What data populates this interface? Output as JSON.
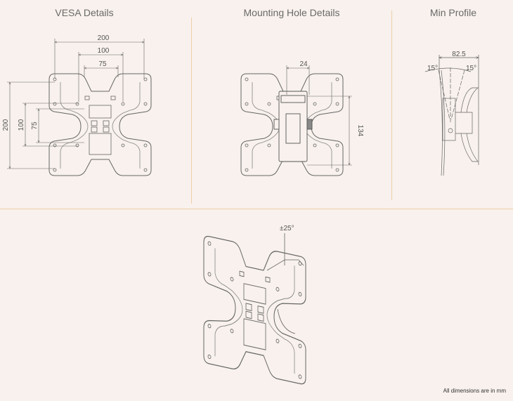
{
  "sections": {
    "vesa": {
      "title": "VESA Details",
      "dims": {
        "w200": "200",
        "w100": "100",
        "w75": "75",
        "h200": "200",
        "h100": "100",
        "h75": "75"
      }
    },
    "mounting": {
      "title": "Mounting Hole Details",
      "dims": {
        "w24": "24",
        "h134": "134"
      }
    },
    "profile": {
      "title": "Min Profile",
      "dims": {
        "depth": "82.5",
        "tilt_left": "15°",
        "tilt_right": "15°"
      }
    },
    "swivel": {
      "label": "±25°"
    }
  },
  "footer": {
    "note": "All dimensions are in mm"
  },
  "colors": {
    "background": "#f8f1ed",
    "divider": "#efcfaa",
    "line": "#555555"
  }
}
